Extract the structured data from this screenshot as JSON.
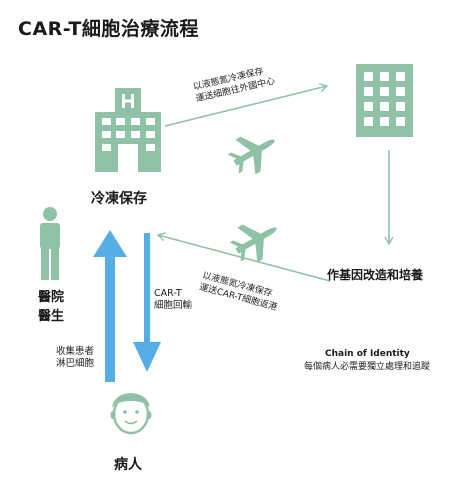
{
  "title": "CAR-T細胞治療流程",
  "nodes": {
    "hospital_label": "冷凍保存",
    "lab_label": "作基因改造和培養",
    "doctor_label_line1": "醫院",
    "doctor_label_line2": "醫生",
    "patient_label": "病人"
  },
  "edges": {
    "to_center_line1": "以液態氮冷凍保存",
    "to_center_line2": "運送細胞往外國中心",
    "return_line1": "以液態氮冷凍保存",
    "return_line2": "運送CAR-T細胞返港",
    "cart_return_line1": "CAR-T",
    "cart_return_line2": "細胞回輸",
    "collect_line1": "收集患者",
    "collect_line2": "淋巴細胞"
  },
  "chain": {
    "title": "Chain of Identity",
    "desc": "每個病人必需要獨立處理和追蹤"
  },
  "colors": {
    "green": "#8fc1a5",
    "blue": "#56aee6",
    "text": "#1a1a1a"
  },
  "icons": [
    "hospital-icon",
    "lab-building-icon",
    "airplane-icon",
    "doctor-icon",
    "patient-icon"
  ]
}
